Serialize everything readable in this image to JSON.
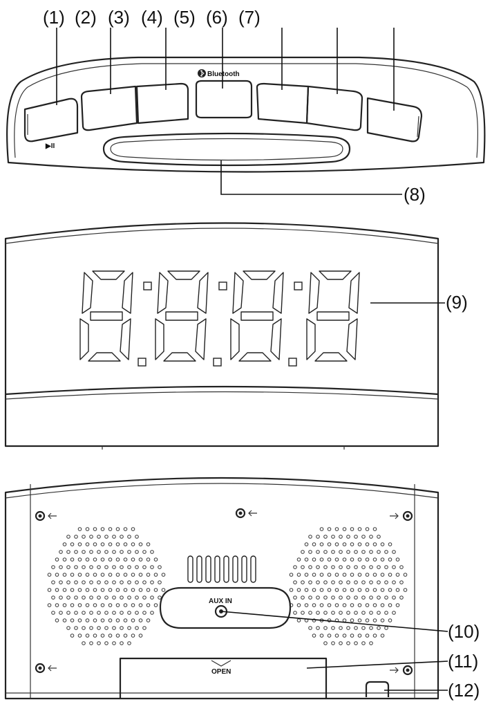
{
  "callouts": [
    "(1)",
    "(2)",
    "(3)",
    "(4)",
    "(5)",
    "(6)",
    "(7)",
    "(8)",
    "(9)",
    "(10)",
    "(11)",
    "(12)"
  ],
  "top_view": {
    "bluetooth_logo_text": "Bluetooth",
    "play_pause_symbol": "▶II"
  },
  "back_view": {
    "aux_label": "AUX IN",
    "open_label": "OPEN"
  },
  "colors": {
    "line": "#222222",
    "background": "#ffffff"
  },
  "icons": [
    "bluetooth-icon",
    "arrow-left-icon",
    "arrow-right-icon",
    "screw-icon",
    "speaker-grille",
    "vent-slots",
    "aux-jack"
  ]
}
